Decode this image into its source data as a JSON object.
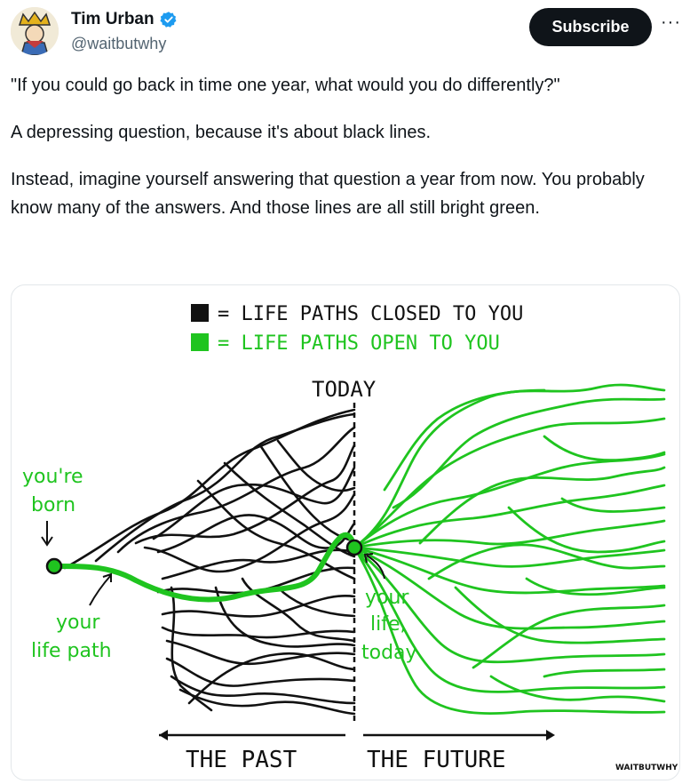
{
  "author": {
    "name": "Tim Urban",
    "handle": "@waitbutwhy",
    "avatar_icon": "king-card-avatar",
    "verified_icon": "verified-badge-icon"
  },
  "actions": {
    "subscribe_label": "Subscribe",
    "more_label": "···"
  },
  "tweet": {
    "paragraphs": [
      "\"If you could go back in time one year, what would you do differently?\"",
      "A depressing question, because it's about black lines.",
      "Instead, imagine yourself answering that question a year from now. You probably know many of the answers. And those lines are all still bright green."
    ]
  },
  "illustration": {
    "legend": [
      {
        "label": "= LIFE PATHS CLOSED TO YOU",
        "color": "#111111"
      },
      {
        "label": "= LIFE PATHS OPEN TO YOU",
        "color": "#1fc41f"
      }
    ],
    "today_label": "TODAY",
    "born_label_line1": "you're",
    "born_label_line2": "born",
    "path_label_line1": "your",
    "path_label_line2": "life path",
    "today_path_line1": "your",
    "today_path_line2": "life,",
    "today_path_line3": "today",
    "past_label": "THE PAST",
    "future_label": "THE FUTURE",
    "watermark": "WAITBUTWHY",
    "colors": {
      "closed": "#111111",
      "open": "#1fc41f"
    }
  }
}
